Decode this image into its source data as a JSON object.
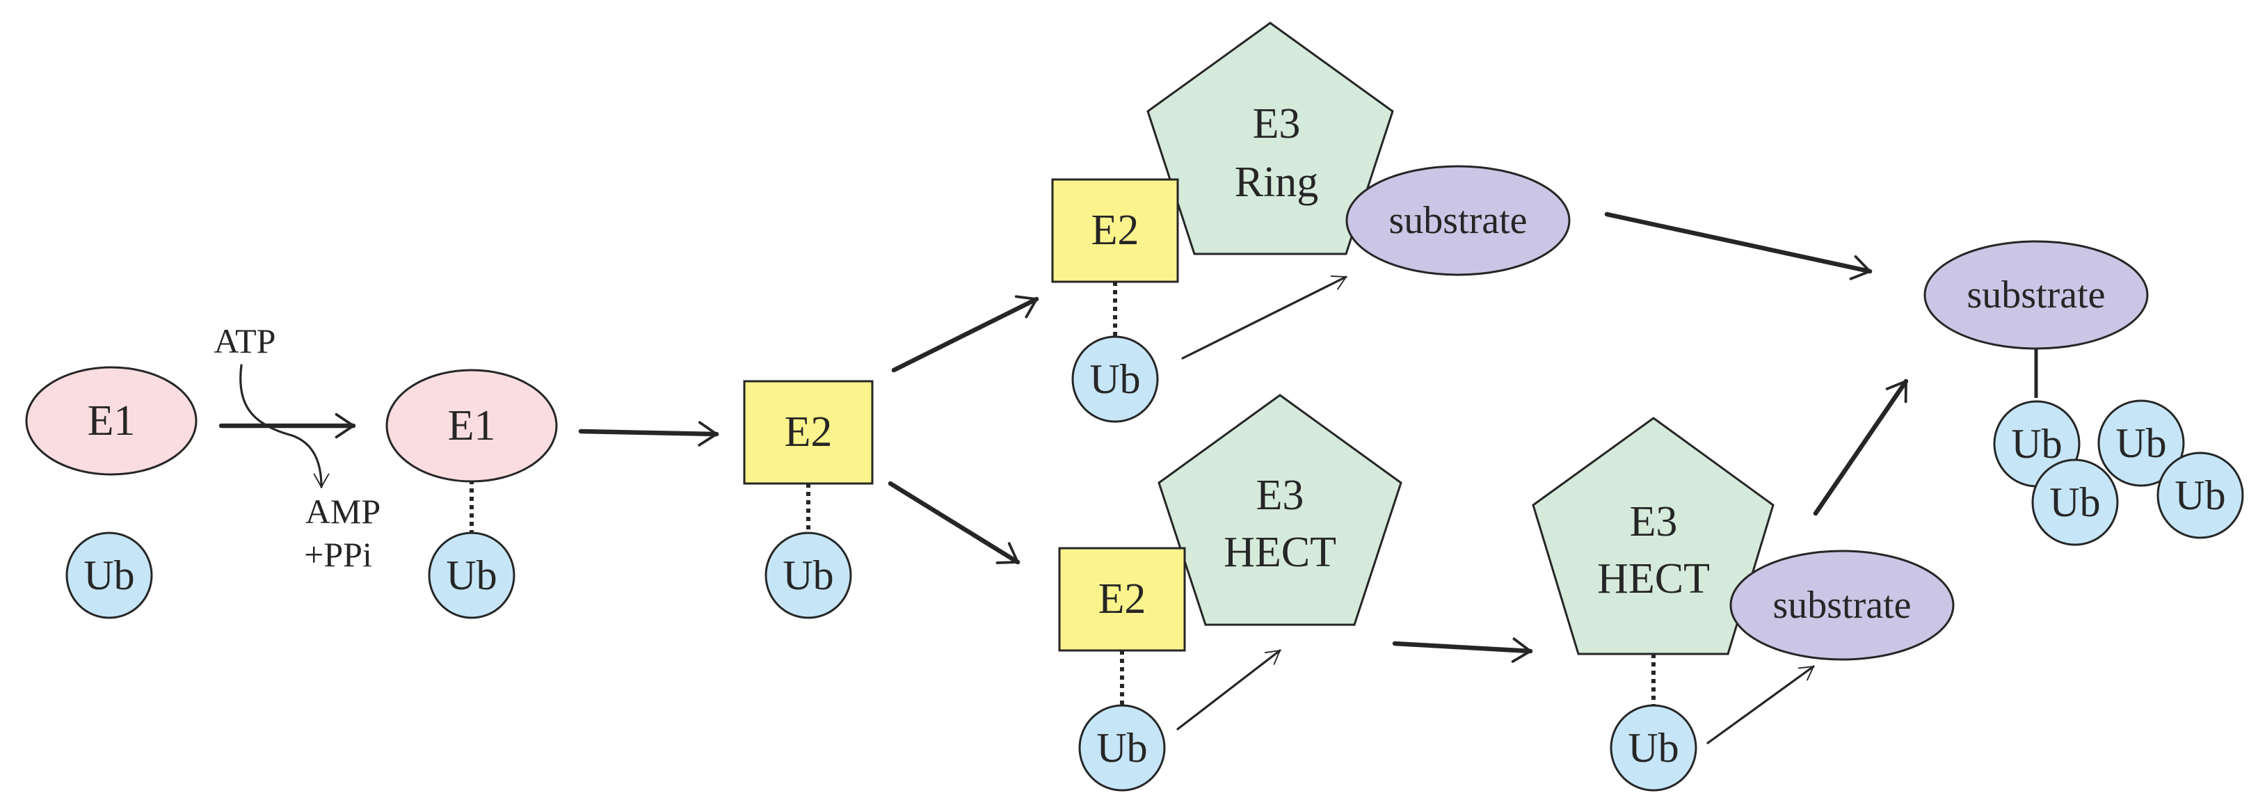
{
  "colors": {
    "e1_fill": "#f9dde1",
    "ub_fill": "#c6e6f7",
    "e2_fill": "#fbf48c",
    "e3_fill": "#d5eadb",
    "substrate_fill": "#cbc6e5",
    "ink": "#262626"
  },
  "steps": {
    "activation": {
      "e1": "E1",
      "ub": "Ub",
      "atp": "ATP",
      "amp": "AMP",
      "ppi": "+PPi"
    },
    "thioester": {
      "e1": "E1",
      "ub": "Ub"
    },
    "conjugation": {
      "e2": "E2",
      "ub": "Ub"
    },
    "ring_branch": {
      "e3_line1": "E3",
      "e3_line2": "Ring",
      "e2": "E2",
      "ub": "Ub",
      "substrate": "substrate"
    },
    "hect_branch": {
      "e3_line1": "E3",
      "e3_line2": "HECT",
      "e2": "E2",
      "ub": "Ub"
    },
    "hect_transfer": {
      "e3_line1": "E3",
      "e3_line2": "HECT",
      "ub": "Ub",
      "substrate": "substrate"
    },
    "product": {
      "substrate": "substrate",
      "chain": [
        "Ub",
        "Ub",
        "Ub",
        "Ub"
      ]
    }
  }
}
